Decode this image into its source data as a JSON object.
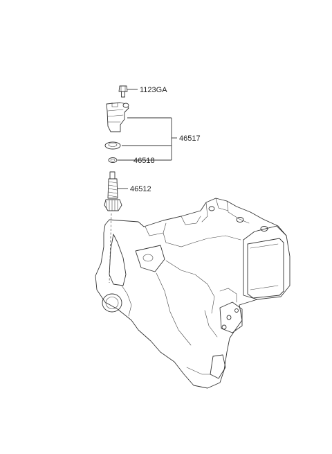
{
  "parts": [
    {
      "id": "p1",
      "number": "1123GA"
    },
    {
      "id": "p2",
      "number": "46517"
    },
    {
      "id": "p3",
      "number": "46518"
    },
    {
      "id": "p4",
      "number": "46512"
    }
  ]
}
